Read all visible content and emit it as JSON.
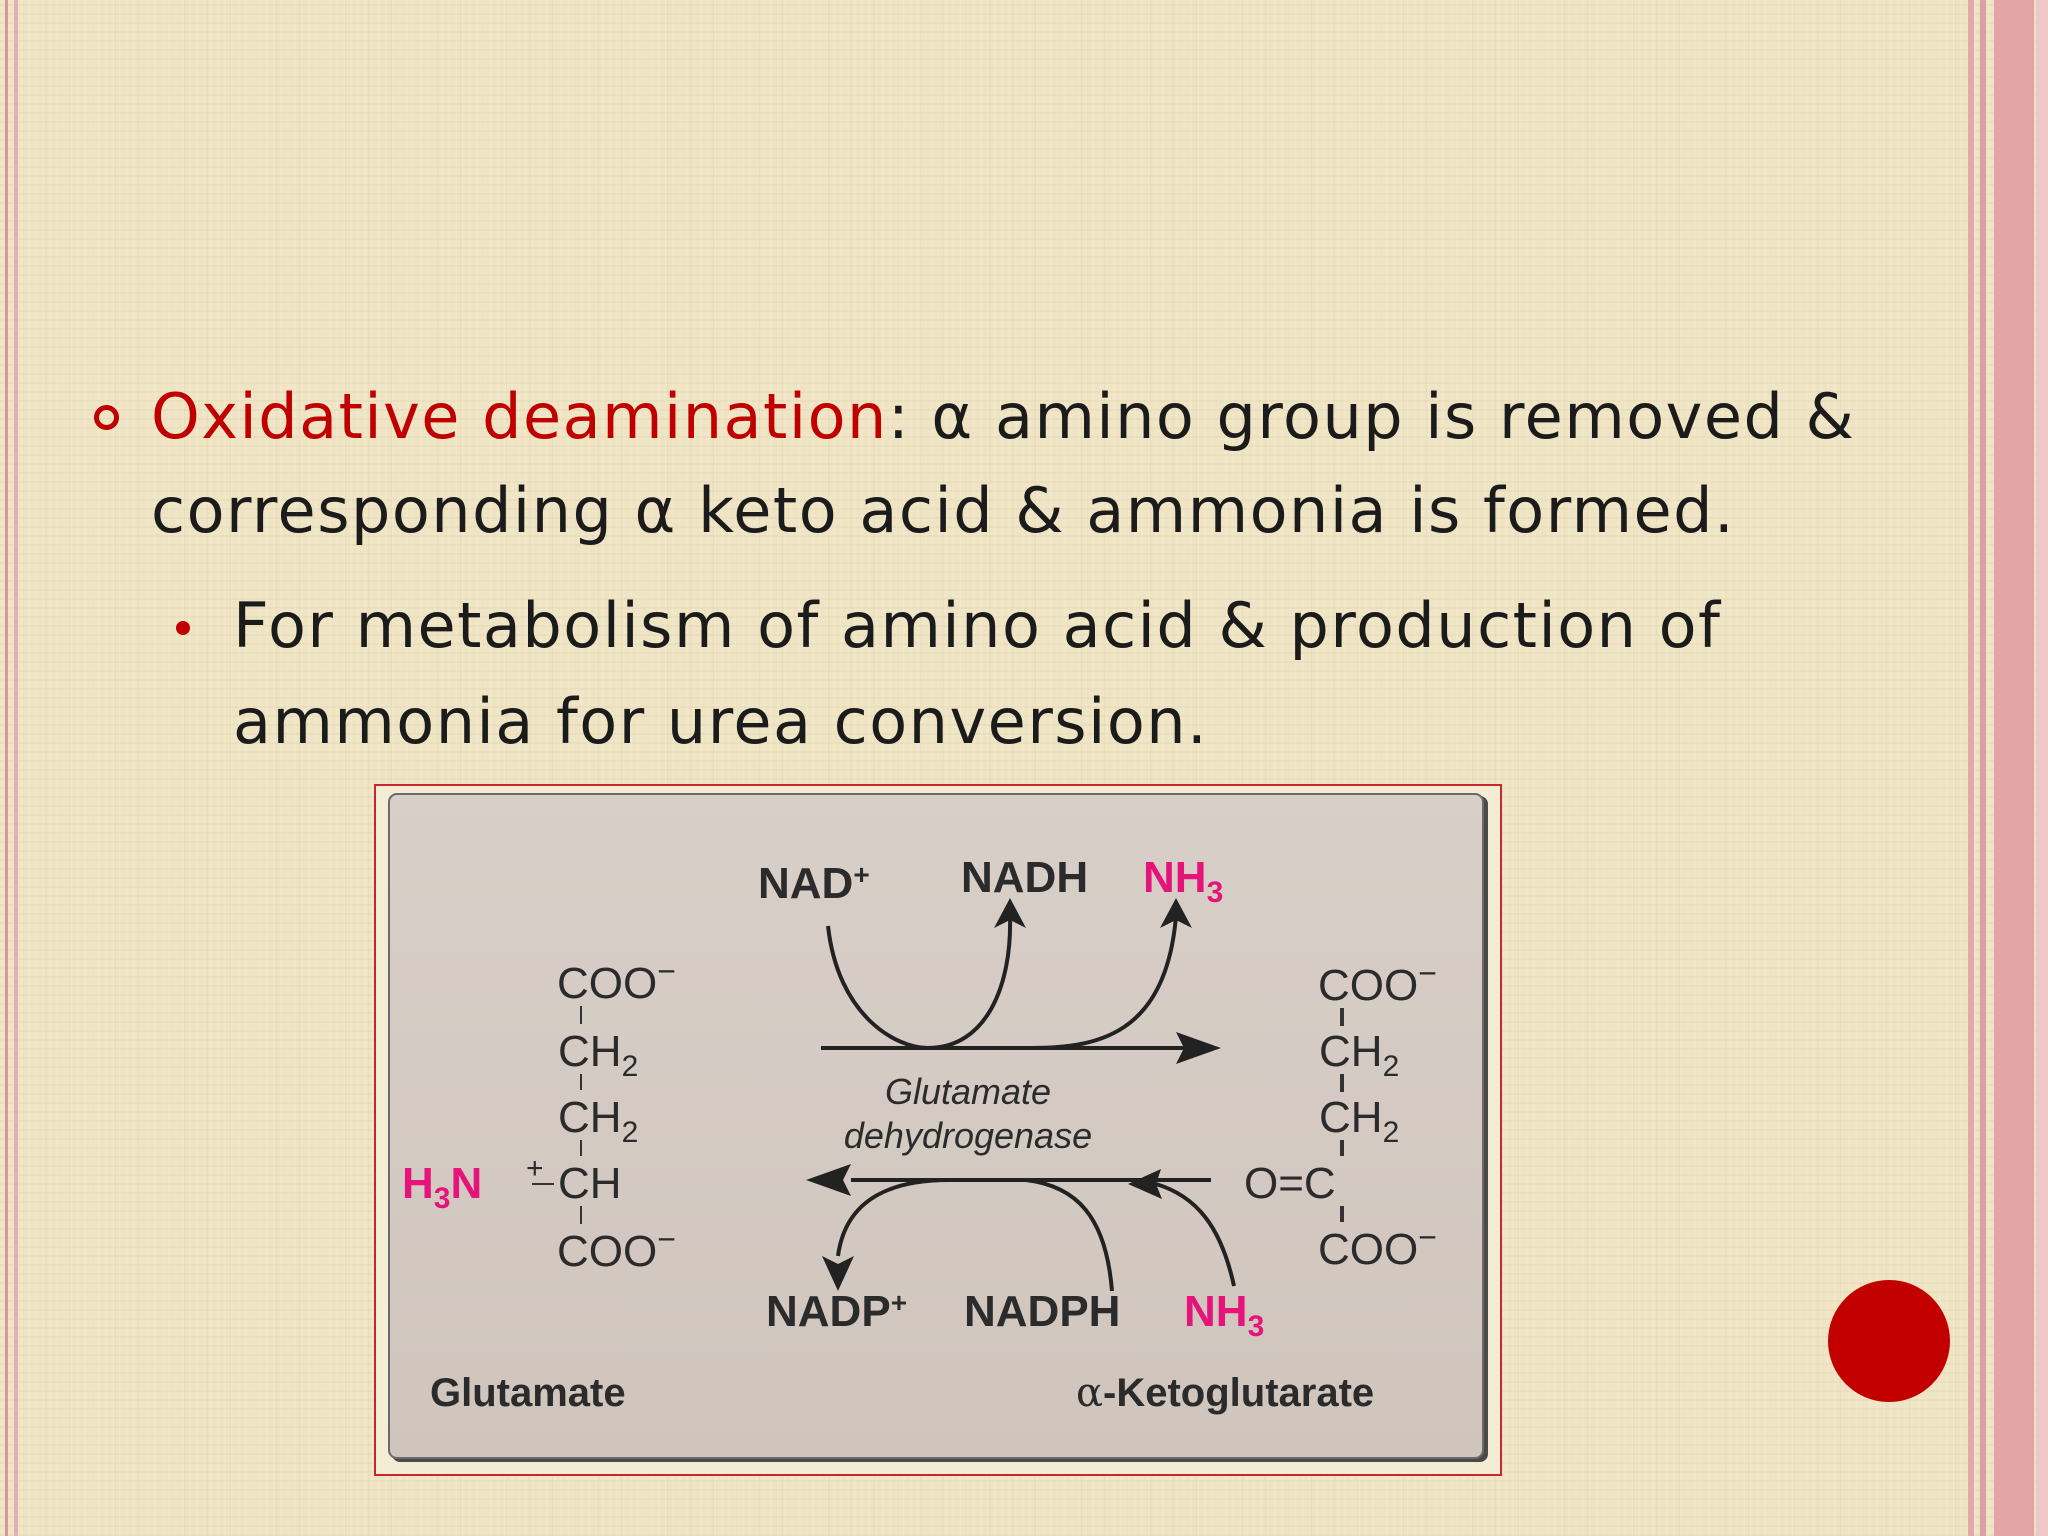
{
  "slide": {
    "bullet_main": {
      "highlight": "Oxidative deamination",
      "rest": ": α amino group is removed & corresponding α keto acid & ammonia is formed."
    },
    "bullet_sub": "For metabolism of amino acid & production of ammonia for urea conversion."
  },
  "diagram": {
    "top_cofactors": {
      "nad": "NAD",
      "nadh": "NADH",
      "nh3": "NH"
    },
    "bottom_cofactors": {
      "nadp": "NADP",
      "nadph": "NADPH",
      "nh3": "NH"
    },
    "plus": "+",
    "subscript_3": "3",
    "subscript_2": "2",
    "enzyme_line1": "Glutamate",
    "enzyme_line2": "dehydrogenase",
    "glutamate": {
      "coo_top": "COO",
      "ch2_a": "CH",
      "ch2_b": "CH",
      "amine": "H",
      "amine_n": "N",
      "ch": "CH",
      "coo_bottom": "COO",
      "name": "Glutamate"
    },
    "ketoglutarate": {
      "coo_top": "COO",
      "ch2_a": "CH",
      "ch2_b": "CH",
      "oc": "O=C",
      "coo_bottom": "COO",
      "name_prefix": "α",
      "name": "-Ketoglutarate"
    },
    "minus": "−"
  },
  "colors": {
    "accent_red": "#c00000",
    "ammonia_magenta": "#e6147a"
  }
}
